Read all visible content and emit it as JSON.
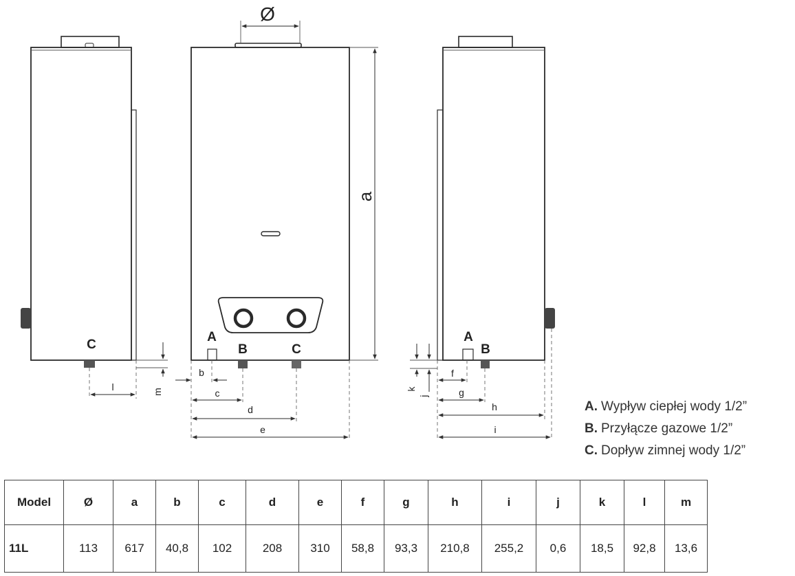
{
  "labels": {
    "diameter": "Ø",
    "a": "a",
    "b": "b",
    "c": "c",
    "d": "d",
    "e": "e",
    "f": "f",
    "g": "g",
    "h": "h",
    "i": "i",
    "j": "j",
    "k": "k",
    "l": "l",
    "m": "m",
    "conn_a": "A",
    "conn_b": "B",
    "conn_c": "C"
  },
  "legend": [
    {
      "key": "A.",
      "text": "Wypływ ciepłej wody 1/2”"
    },
    {
      "key": "B.",
      "text": "Przyłącze gazowe 1/2”"
    },
    {
      "key": "C.",
      "text": "Dopływ zimnej wody 1/2”"
    }
  ],
  "table": {
    "headers": [
      "Model",
      "Ø",
      "a",
      "b",
      "c",
      "d",
      "e",
      "f",
      "g",
      "h",
      "i",
      "j",
      "k",
      "l",
      "m"
    ],
    "rows": [
      [
        "11L",
        "113",
        "617",
        "40,8",
        "102",
        "208",
        "310",
        "58,8",
        "93,3",
        "210,8",
        "255,2",
        "0,6",
        "18,5",
        "92,8",
        "13,6"
      ]
    ]
  },
  "colors": {
    "line": "#2a2a2a",
    "text": "#222222"
  }
}
